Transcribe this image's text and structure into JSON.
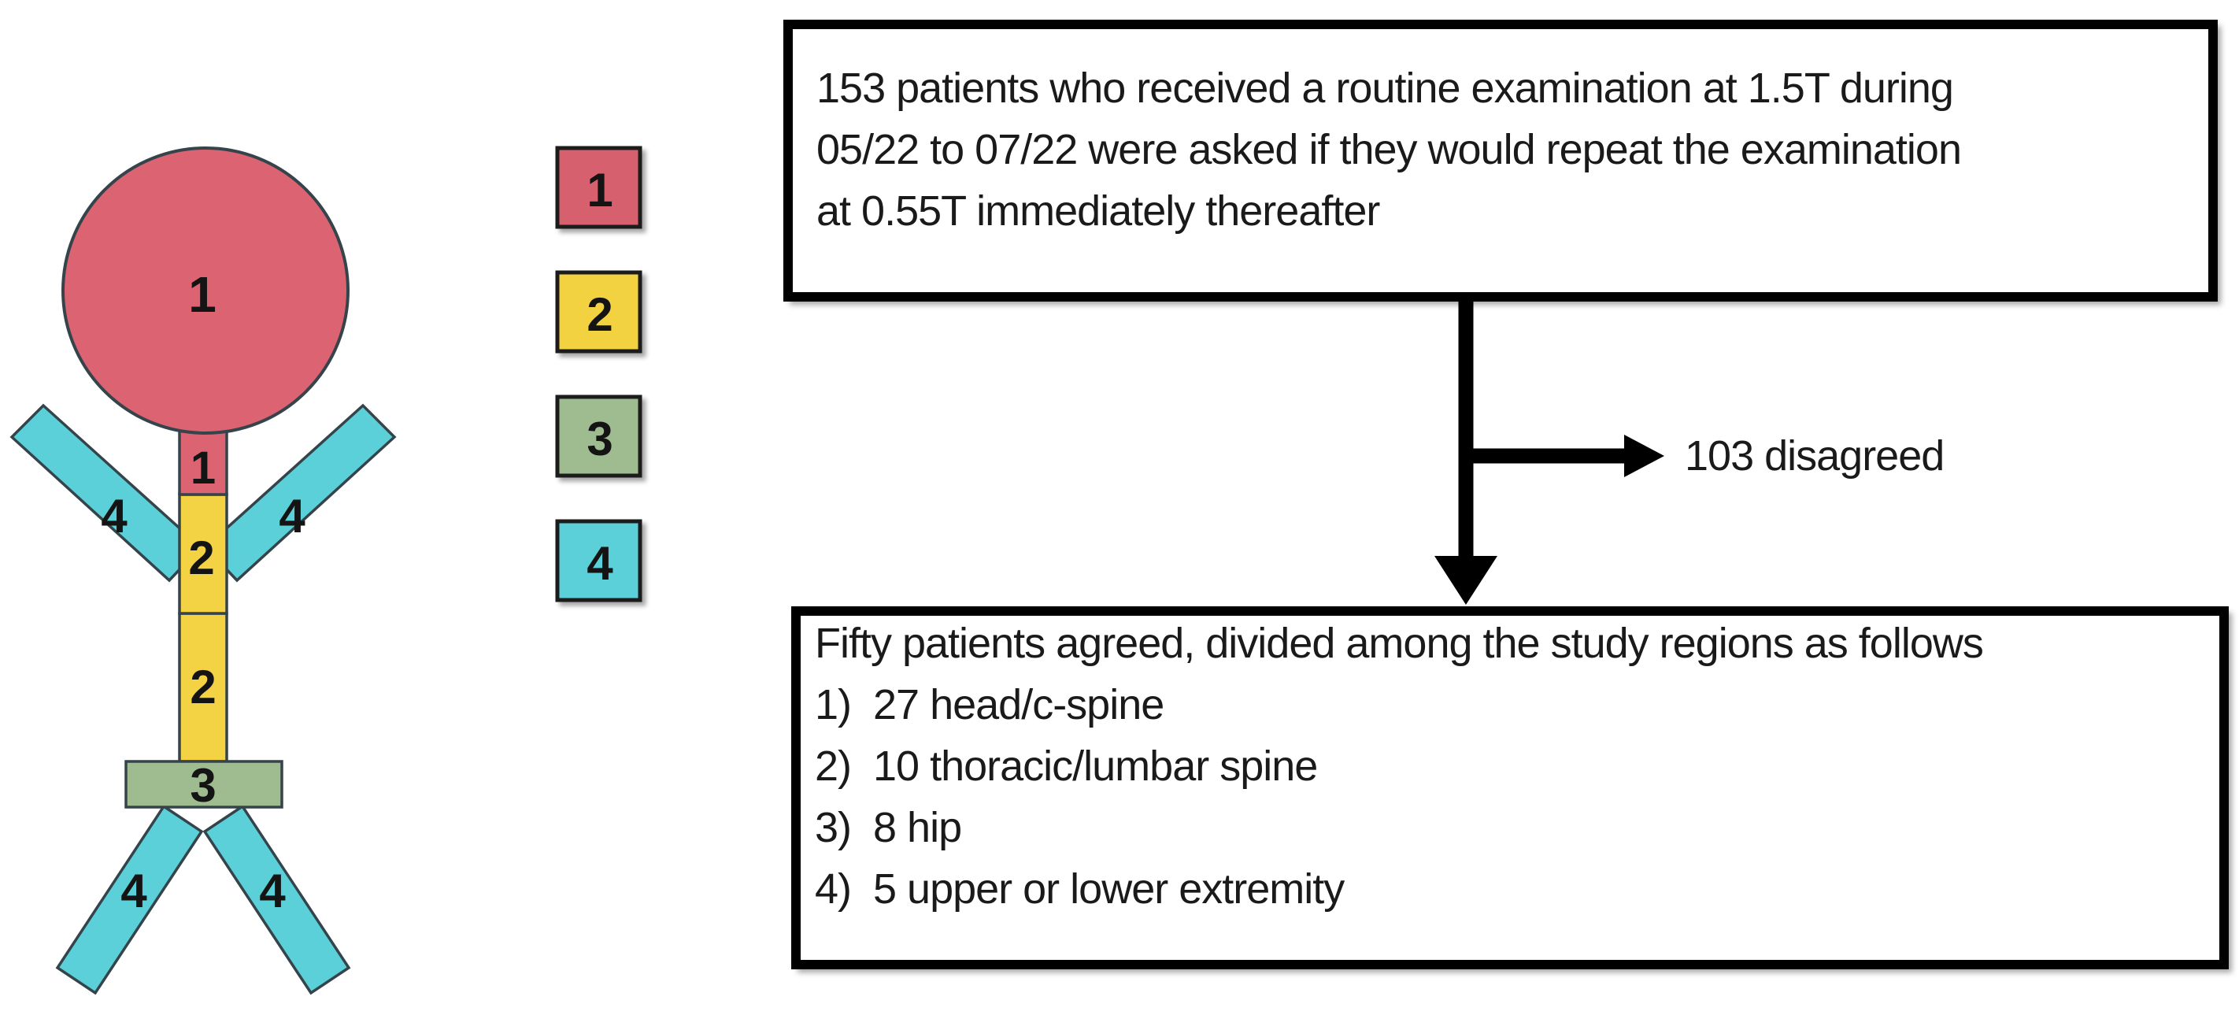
{
  "figure": {
    "labels": {
      "head": "1",
      "neck": "1",
      "upper_spine": "2",
      "lower_spine": "2",
      "hip": "3",
      "left_arm": "4",
      "right_arm": "4",
      "left_leg": "4",
      "right_leg": "4"
    },
    "colors": {
      "region1": "#db6372",
      "region2": "#f3d243",
      "region3": "#9fbb90",
      "region4": "#5bd0d9",
      "outline": "#35444b"
    }
  },
  "legend": {
    "items": [
      {
        "label": "1",
        "color": "#d7606e"
      },
      {
        "label": "2",
        "color": "#f3d243"
      },
      {
        "label": "3",
        "color": "#9fbb90"
      },
      {
        "label": "4",
        "color": "#5bd0d9"
      }
    ]
  },
  "flow": {
    "top_box": {
      "lines": [
        "153 patients who received a routine examination at 1.5T during",
        "05/22 to 07/22 were asked if they would repeat the examination",
        "at 0.55T immediately thereafter"
      ]
    },
    "branch_label": "103 disagreed",
    "bottom_box": {
      "intro": "Fifty patients agreed, divided among the study regions as follows",
      "items": [
        {
          "num": "1)",
          "text": "27 head/c-spine"
        },
        {
          "num": "2)",
          "text": "10 thoracic/lumbar spine"
        },
        {
          "num": "3)",
          "text": "8 hip"
        },
        {
          "num": "4)",
          "text": "5 upper or lower extremity"
        }
      ]
    },
    "arrow_color": "#000000"
  }
}
